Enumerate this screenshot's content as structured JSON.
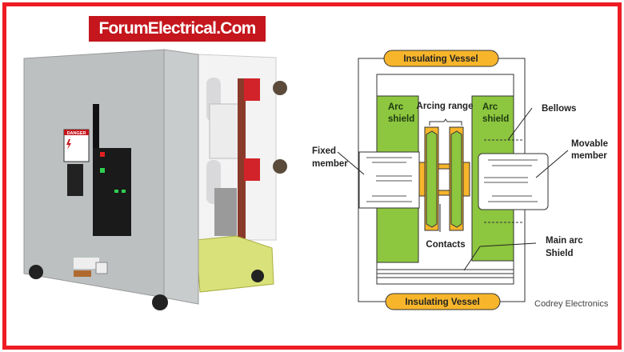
{
  "banner": {
    "text": "ForumElectrical.Com"
  },
  "photo": {
    "subject": "vacuum-circuit-breaker",
    "label_text": "DANGER"
  },
  "diagram": {
    "insulating_vessel_top": "Insulating Vessel",
    "insulating_vessel_bottom": "Insulating Vessel",
    "arc_shield_left": [
      "Arc",
      "shield"
    ],
    "arc_shield_right": [
      "Arc",
      "shield"
    ],
    "arcing_range": "Arcing range",
    "bellows": "Bellows",
    "fixed_member": [
      "Fixed",
      "member"
    ],
    "movable_member": [
      "Movable",
      "member"
    ],
    "contacts": "Contacts",
    "main_arc_shield": [
      "Main arc",
      "Shield"
    ],
    "credit": "Codrey Electronics"
  },
  "colors": {
    "frame": "#ee1c24",
    "banner": "#c4161c",
    "shield_green": "#8dc63f",
    "vessel_yellow": "#f7b52b"
  }
}
